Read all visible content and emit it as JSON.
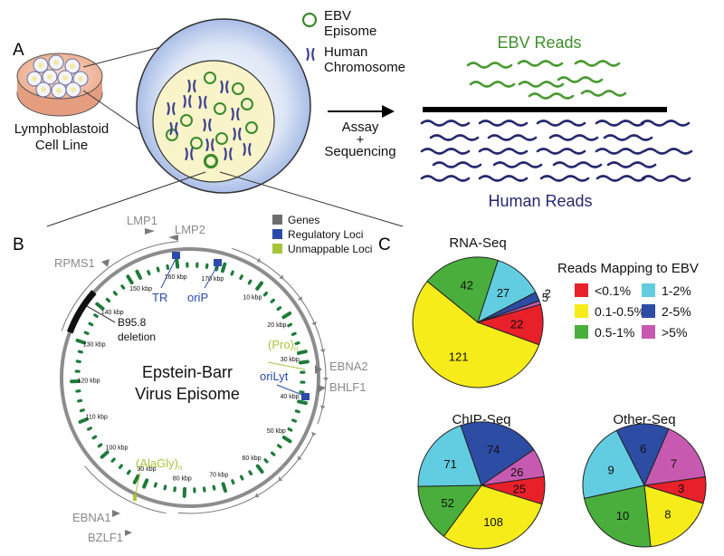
{
  "panel_a": {
    "letter": "A",
    "cell_line_label": [
      "Lymphoblastoid",
      "Cell Line"
    ],
    "legend": [
      {
        "label": [
          "EBV",
          "Episome"
        ],
        "icon": "episome-circle-icon",
        "color": "#3a8a2e"
      },
      {
        "label": [
          "Human",
          "Chromosome"
        ],
        "icon": "chromosome-icon",
        "color": "#3b3f8f"
      }
    ],
    "arrow_label": [
      "Assay",
      "+",
      "Sequencing"
    ],
    "ebv_reads_label": "EBV Reads",
    "human_reads_label": "Human Reads"
  },
  "panel_b": {
    "letter": "B",
    "title": [
      "Epstein-Barr",
      "Virus Episome"
    ],
    "legend": [
      {
        "label": "Genes",
        "color": "#6e6e6e"
      },
      {
        "label": "Regulatory Loci",
        "color": "#2d4aa8"
      },
      {
        "label": "Unmappable Loci",
        "color": "#a8c43a"
      }
    ],
    "genes": [
      "LMP1",
      "LMP2",
      "RPMS1",
      "EBNA2",
      "BHLF1",
      "EBNA1",
      "BZLF1"
    ],
    "regulatory": [
      "TR",
      "oriP",
      "oriLyt"
    ],
    "unmappable": {
      "pro": "(Pro)",
      "pro_sub": "n",
      "alagly": "(AlaGly)",
      "alagly_sub": "n"
    },
    "deletion": [
      "B95.8",
      "deletion"
    ],
    "kbp_ticks": [
      "10 kbp",
      "20 kbp",
      "30 kbp",
      "40 kbp",
      "50 kbp",
      "60 kbp",
      "70 kbp",
      "80 kbp",
      "90 kbp",
      "100 kbp",
      "110 kbp",
      "120 kbp",
      "130 kbp",
      "140 kbp",
      "150 kbp",
      "160 kbp",
      "170 kbp"
    ]
  },
  "panel_c": {
    "letter": "C",
    "legend_title": "Reads Mapping to EBV",
    "categories": [
      "<0.1%",
      "0.1-0.5%",
      "0.5-1%",
      "1-2%",
      "2-5%",
      ">5%"
    ],
    "colors": [
      "#e8202a",
      "#f5ec1a",
      "#4aae3c",
      "#62cde0",
      "#2d4ca4",
      "#c75ab0"
    ],
    "pies": [
      {
        "title": "RNA-Seq",
        "values": [
          22,
          121,
          42,
          27,
          5,
          2
        ]
      },
      {
        "title": "ChIP-Seq",
        "values": [
          25,
          108,
          52,
          71,
          74,
          26
        ]
      },
      {
        "title": "Other-Seq",
        "values": [
          3,
          8,
          10,
          9,
          6,
          7
        ]
      }
    ]
  }
}
